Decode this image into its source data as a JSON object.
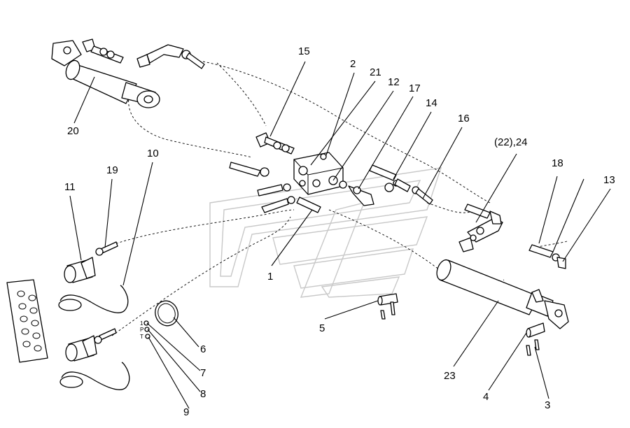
{
  "callouts": {
    "c1": "1",
    "c2": "2",
    "c3": "3",
    "c4": "4",
    "c5": "5",
    "c6": "6",
    "c7": "7",
    "c8": "8",
    "c9": "9",
    "c10": "10",
    "c11": "11",
    "c12": "12",
    "c13": "13",
    "c14": "14",
    "c15": "15",
    "c16": "16",
    "c17": "17",
    "c18": "18",
    "c19": "19",
    "c20": "20",
    "c21": "21",
    "c22_24": "(22),24",
    "c23": "23"
  },
  "cap_letters": {
    "one": "1",
    "p": "P",
    "t": "T"
  }
}
